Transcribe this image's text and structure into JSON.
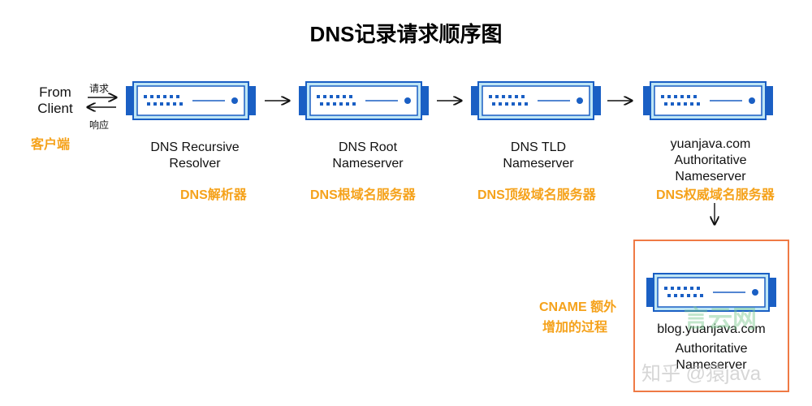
{
  "title": "DNS记录请求顺序图",
  "client": {
    "line1": "From",
    "line2": "Client",
    "cn": "客户端",
    "request": "请求",
    "response": "响应"
  },
  "servers": [
    {
      "line1": "DNS Recursive",
      "line2": "Resolver",
      "cn": "DNS解析器"
    },
    {
      "line1": "DNS Root",
      "line2": "Nameserver",
      "cn": "DNS根域名服务器"
    },
    {
      "line1": "DNS TLD",
      "line2": "Nameserver",
      "cn": "DNS顶级域名服务器"
    },
    {
      "line0": "yuanjava.com",
      "line1": "Authoritative",
      "line2": "Nameserver",
      "cn": "DNS权威域名服务器"
    }
  ],
  "cname": {
    "cn1": "CNAME 额外",
    "cn2": "增加的过程",
    "line0": "blog.yuanjava.com",
    "line1": "Authoritative",
    "line2": "Nameserver"
  },
  "watermark": {
    "site": "言云网",
    "zhihu": "知乎 @猿java"
  },
  "colors": {
    "server_blue": "#1a5fc4",
    "server_light": "#bfe6f5",
    "accent_orange": "#f5a21b",
    "box_border": "#ef7a45"
  }
}
